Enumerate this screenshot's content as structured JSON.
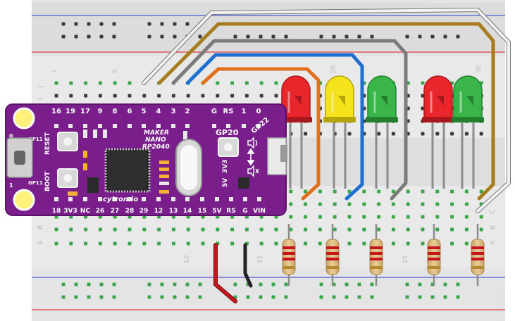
{
  "breadboard": {
    "column_numbers": [
      "1",
      "5",
      "10",
      "15",
      "20",
      "25",
      "30"
    ],
    "row_letters_top": [
      "J",
      "I"
    ],
    "row_letters_bottom": [
      "C",
      "B",
      "A"
    ]
  },
  "board": {
    "brand_line1": "MAKER",
    "brand_line2": "NANO",
    "brand_line3": "RP2040",
    "website": "cytron.io",
    "top_pins": [
      "16",
      "19",
      "17",
      "9",
      "8",
      "6",
      "5",
      "4",
      "3",
      "2",
      "G",
      "RS",
      "1",
      "0"
    ],
    "bottom_pins": [
      "18",
      "3V3",
      "NC",
      "26",
      "27",
      "28",
      "29",
      "12",
      "13",
      "14",
      "15",
      "5V",
      "RS",
      "G",
      "VIN"
    ],
    "btn_gp20": "GP20",
    "label_gp22": "GP22",
    "label_reset": "RESET",
    "label_boot": "BOOT",
    "label_gp11": "GP11",
    "label_gp11b": "GP11",
    "label_5v": "5V",
    "label_3v3": "3V3",
    "label_0": "0",
    "label_1": "1"
  },
  "leds": [
    {
      "color": "#e8262b",
      "dark": "#a8181c"
    },
    {
      "color": "#f4e21a",
      "dark": "#b3a40c"
    },
    {
      "color": "#39b54a",
      "dark": "#23802f"
    },
    {
      "color": "#e8262b",
      "dark": "#a8181c"
    },
    {
      "color": "#39b54a",
      "dark": "#23802f"
    }
  ],
  "colors": {
    "board": "#7a1e8c",
    "wire_white": "#f2f2f2",
    "wire_brown": "#a67c1e",
    "wire_gray": "#7b7b7b",
    "wire_blue": "#1f6fd1",
    "wire_orange": "#e0701c",
    "wire_red": "#c4161c",
    "wire_black": "#222222"
  }
}
